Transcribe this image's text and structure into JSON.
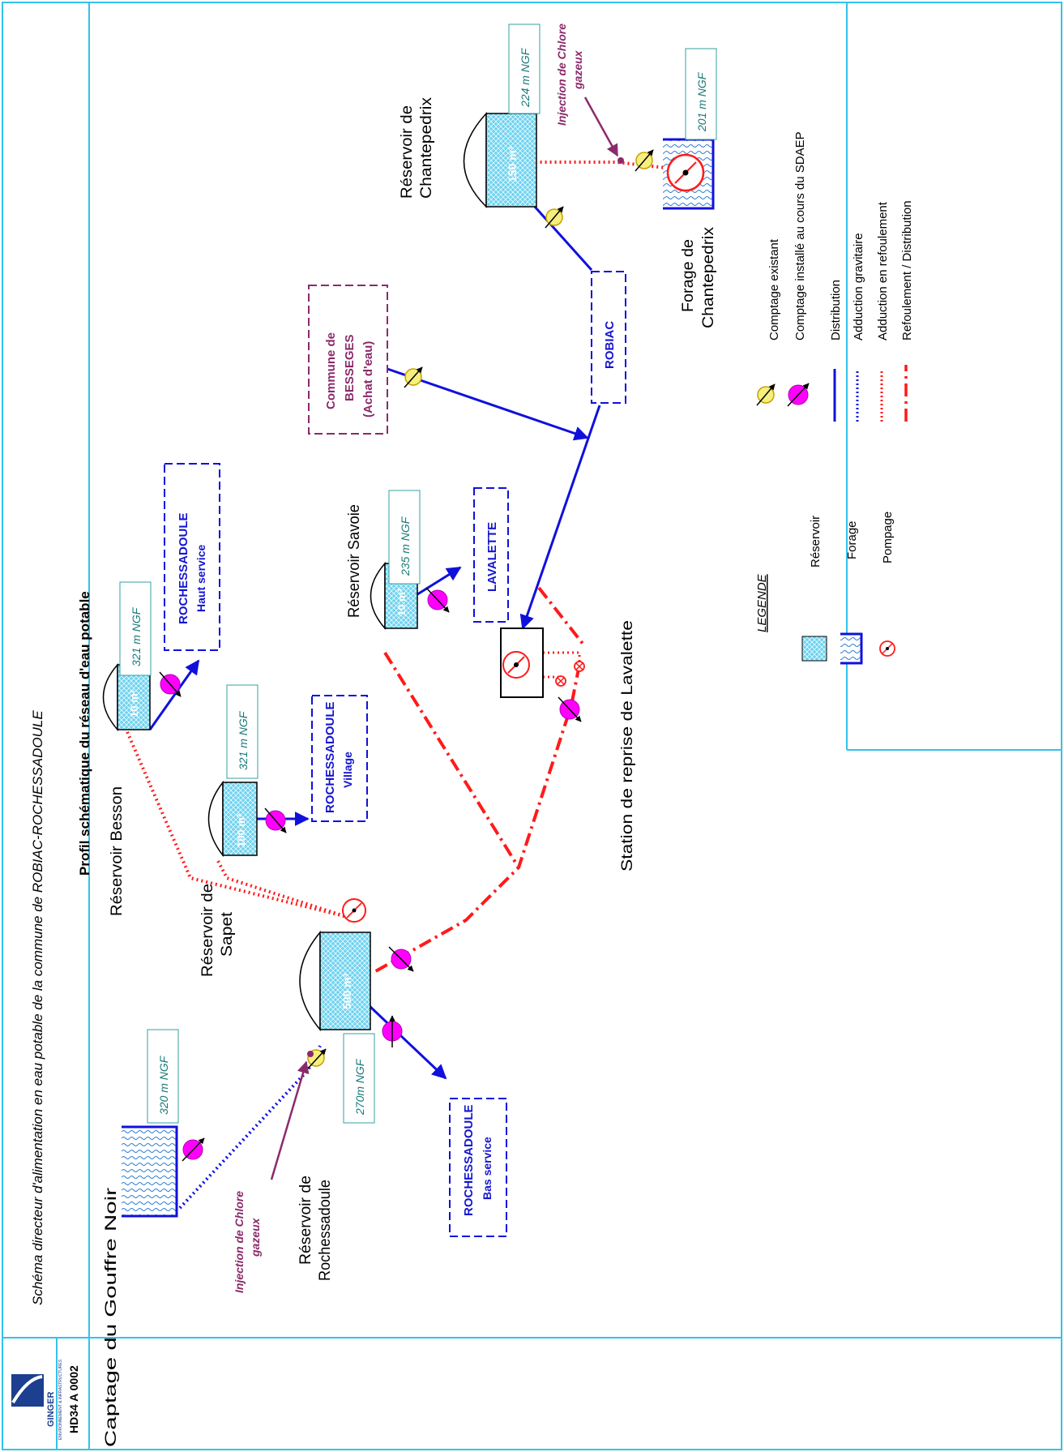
{
  "header": {
    "title": "Schéma directeur d'alimentation en eau potable de la commune de ROBIAC-ROCHESSADOULE",
    "subtitle": "Profil schématique du réseau d'eau potable",
    "doc_ref": "HD34 A 0002",
    "logo_text": "GINGER",
    "logo_sub": "ENVIRONNEMENT & INFRASTRUCTURES"
  },
  "reservoirs": {
    "gouffre_noir": {
      "label": "Captage du Gouffre Noir",
      "altitude": "320 m NGF"
    },
    "rochessadoule": {
      "label1": "Réservoir de",
      "label2": "Rochessadoule",
      "volume": "500 m³",
      "altitude": "270m NGF"
    },
    "sapet": {
      "label1": "Réservoir de",
      "label2": "Sapet",
      "volume": "100 m³",
      "altitude": "321 m NGF"
    },
    "besson": {
      "label": "Réservoir Besson",
      "volume": "10 m³",
      "altitude": "321 m NGF"
    },
    "savoie": {
      "label": "Réservoir Savoie",
      "volume": "10 m³",
      "altitude": "235 m NGF"
    },
    "chantepedrix": {
      "label1": "Réservoir de",
      "label2": "Chantepedrix",
      "volume": "150 m³",
      "altitude": "224 m NGF"
    },
    "forage_chantepedrix": {
      "label1": "Forage de",
      "label2": "Chantepedrix",
      "altitude": "201 m NGF"
    }
  },
  "station": {
    "label": "Station de reprise de Lavalette"
  },
  "injections": [
    {
      "line1": "Injection de Chlore",
      "line2": "gazeux"
    },
    {
      "line1": "Injection de Chlore",
      "line2": "gazeux"
    }
  ],
  "zones": {
    "bas_service": {
      "line1": "ROCHESSADOULE",
      "line2": "Bas service"
    },
    "village": {
      "line1": "ROCHESSADOULE",
      "line2": "Village"
    },
    "haut_service": {
      "line1": "ROCHESSADOULE",
      "line2": "Haut service"
    },
    "lavalette": {
      "line1": "LAVALETTE"
    },
    "robiac": {
      "line1": "ROBIAC"
    },
    "besseges": {
      "line1": "Commune de",
      "line2": "BESSEGES",
      "line3": "(Achat d'eau)"
    }
  },
  "legend": {
    "title": "LEGENDE",
    "items": {
      "reservoir": "Réservoir",
      "forage": "Forage",
      "pompage": "Pompage",
      "comptage_existant": "Comptage existant",
      "comptage_installe": "Comptage installé au cours du SDAEP",
      "distribution": "Distribution",
      "adduction_gravitaire": "Adduction gravitaire",
      "adduction_refoulement": "Adduction en refoulement",
      "refoulement_distribution": "Refoulement / Distribution"
    }
  },
  "colors": {
    "frame": "#33c3ea",
    "distribution": "#1010dd",
    "refoulement": "#ff1a1a",
    "reservoir_fill": "#6fd3ef",
    "meter_existing": "#f5ef80",
    "meter_new": "#ff00ff",
    "zone_text": "#1515d0",
    "altitude_text": "#1a7a7a",
    "injection_text": "#8b2a6b"
  }
}
